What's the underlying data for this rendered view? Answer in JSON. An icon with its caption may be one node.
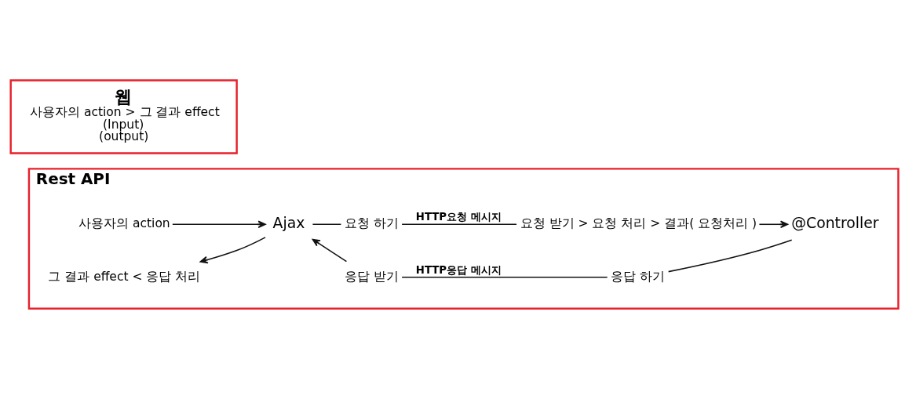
{
  "diagram": {
    "nodes": [
      {
        "text": [
          "웹",
          "사용자의 action > 그 결과 effect",
          "(Input)",
          "(output)"
        ]
      },
      {
        "text": [
          "Rest API"
        ]
      },
      {
        "text": [
          "사용자의 action"
        ],
        "in": 1
      },
      {
        "text": [
          "요청 하기"
        ],
        "in": 1
      },
      {
        "text": [
          "요청 받기 > 요청 처리 > 결과( 요청처리 )"
        ],
        "in": 1
      },
      {
        "text": [
          "그 결과 effect < 응답 처리"
        ],
        "in": 1
      },
      {
        "text": [
          "Ajax"
        ],
        "in": 1
      },
      {
        "text": [
          "@Controller"
        ],
        "in": 1
      },
      {
        "text": [
          "응답 받기"
        ],
        "in": 1
      },
      {
        "text": [
          "응답 하기"
        ],
        "in": 1
      }
    ],
    "edges": [
      {
        "from": 2,
        "to": 6,
        "arrow": "to"
      },
      {
        "from": 6,
        "to": 3,
        "arrow": "none"
      },
      {
        "from": 3,
        "to": 4,
        "arrow": "none",
        "label": "HTTP요청 메시지"
      },
      {
        "from": 4,
        "to": 7,
        "arrow": "to"
      },
      {
        "from": 7,
        "to": 9,
        "arrow": "none"
      },
      {
        "from": 9,
        "to": 8,
        "arrow": "none",
        "label": "HTTP응답 메시지"
      },
      {
        "from": 8,
        "to": 6,
        "arrow": "to"
      },
      {
        "from": 6,
        "to": 5,
        "arrow": "to"
      }
    ]
  }
}
